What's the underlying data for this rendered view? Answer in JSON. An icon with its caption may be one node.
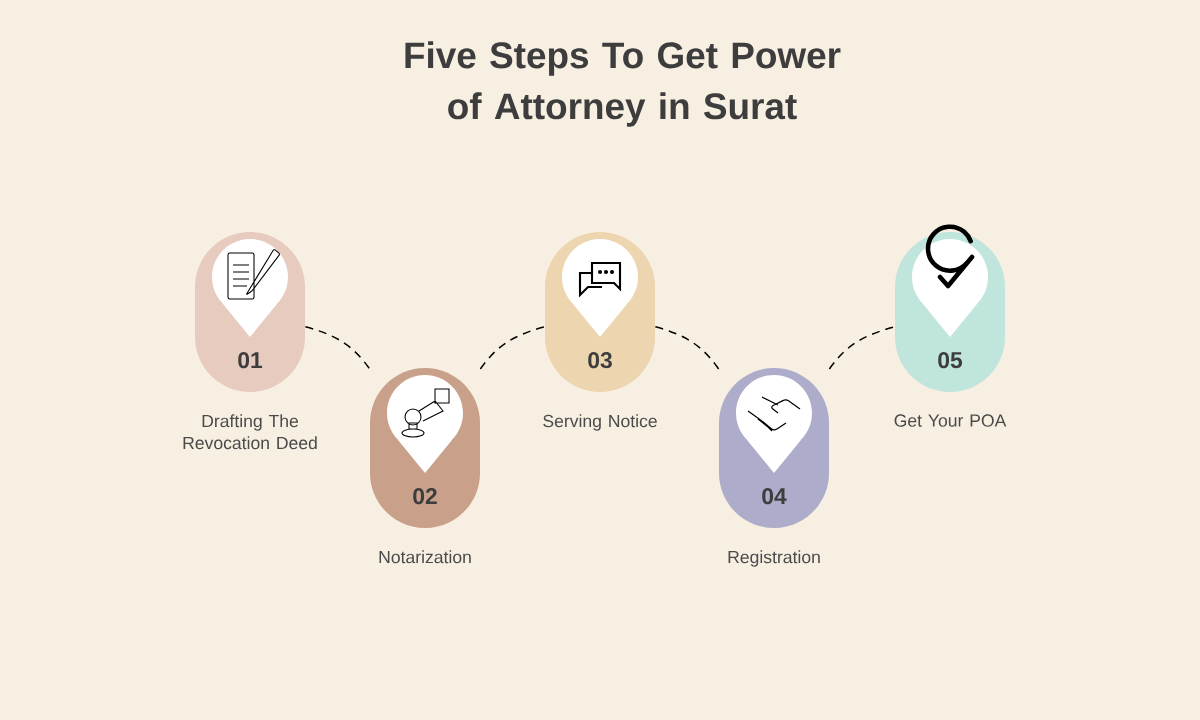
{
  "diagram": {
    "title": "Five Steps To Get Power of Attorney in Surat",
    "nodes": [
      {
        "text": [
          "01"
        ],
        "beside": [
          "Drafting The Revocation Deed"
        ]
      },
      {
        "text": [
          "02"
        ],
        "beside": [
          "Notarization"
        ]
      },
      {
        "text": [
          "03"
        ],
        "beside": [
          "Serving Notice"
        ]
      },
      {
        "text": [
          "04"
        ],
        "beside": [
          "Registration"
        ]
      },
      {
        "text": [
          "05"
        ],
        "beside": [
          "Get Your POA"
        ]
      }
    ],
    "edges": [
      {
        "from": 0,
        "to": 1,
        "arrow": "none",
        "style": "dashed"
      },
      {
        "from": 1,
        "to": 2,
        "arrow": "none",
        "style": "dashed"
      },
      {
        "from": 2,
        "to": 3,
        "arrow": "none",
        "style": "dashed"
      },
      {
        "from": 3,
        "to": 4,
        "arrow": "none",
        "style": "dashed"
      }
    ]
  }
}
